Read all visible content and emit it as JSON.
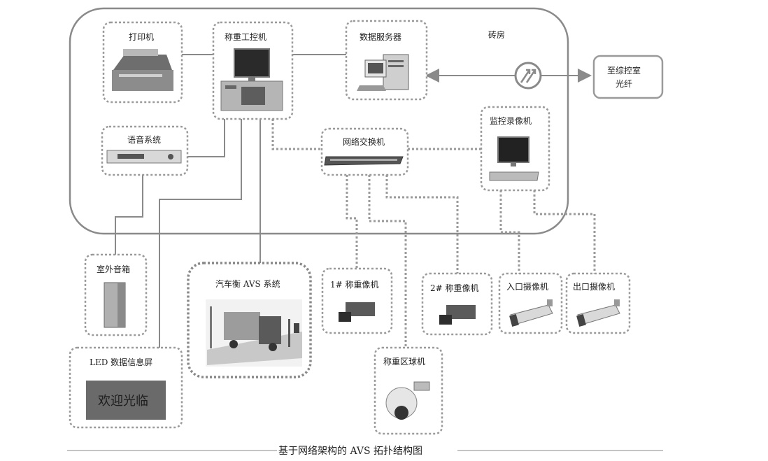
{
  "room_label": "砖房",
  "fiber_label_line1": "至综控室",
  "fiber_label_line2": "光纤",
  "nodes": {
    "printer": "打印机",
    "weigh_pc": "称重工控机",
    "data_server": "数据服务器",
    "voice_system": "语音系统",
    "network_switch": "网络交换机",
    "nvr": "监控录像机",
    "outdoor_speaker": "室外音箱",
    "avs_system": "汽车衡 AVS 系统",
    "weigh_cam_1": "1# 称重像机",
    "weigh_cam_2": "2# 称重像机",
    "entry_cam": "入口摄像机",
    "exit_cam": "出口摄像机",
    "dome_cam": "称重区球机",
    "led_screen": "LED 数据信息屏"
  },
  "led_display_text": "欢迎光临",
  "caption": "基于网络架构的 AVS 拓扑结构图",
  "colors": {
    "line": "#8a8a8a",
    "dotted": "#9a9a9a",
    "device": "#555555"
  },
  "icons": [
    "printer-icon",
    "monitor-icon",
    "server-icon",
    "amplifier-icon",
    "switch-icon",
    "camera-icon",
    "dome-camera-icon",
    "speaker-icon",
    "truck-icon",
    "fiber-transceiver-icon"
  ]
}
